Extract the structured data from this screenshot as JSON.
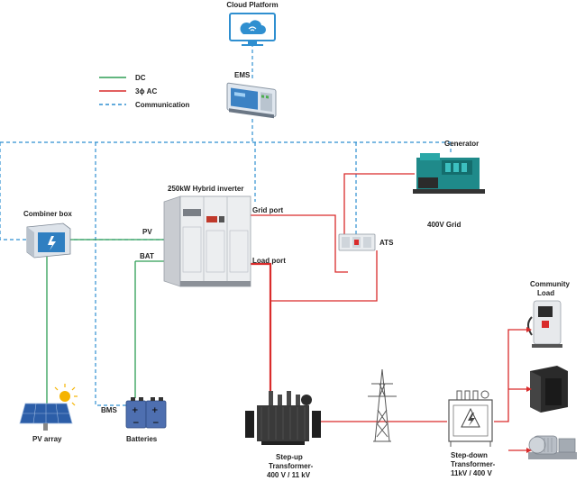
{
  "labels": {
    "cloud_platform": "Cloud Platform",
    "ems": "EMS",
    "generator": "Generator",
    "grid_400v": "400V Grid",
    "inverter": "250kW Hybrid inverter",
    "grid_port": "Grid port",
    "load_port": "Load port",
    "ats": "ATS",
    "combiner_box": "Combiner box",
    "pv": "PV",
    "bat": "BAT",
    "bms": "BMS",
    "pv_array": "PV array",
    "batteries": "Batteries",
    "step_up_1": "Step-up",
    "step_up_2": "Transformer-",
    "step_up_3": "400 V / 11 kV",
    "step_down_1": "Step-down",
    "step_down_2": "Transformer-",
    "step_down_3": "11kV / 400 V",
    "community_1": "Community",
    "community_2": "Load"
  },
  "legend": [
    {
      "label": "DC",
      "color": "#2e9e55",
      "style": "solid"
    },
    {
      "label": "3ϕ AC",
      "color": "#d92b2b",
      "style": "solid"
    },
    {
      "label": "Communication",
      "color": "#2f8fd0",
      "style": "dashed"
    }
  ],
  "colors": {
    "dc": "#2e9e55",
    "ac": "#d92b2b",
    "comm": "#2f8fd0"
  }
}
